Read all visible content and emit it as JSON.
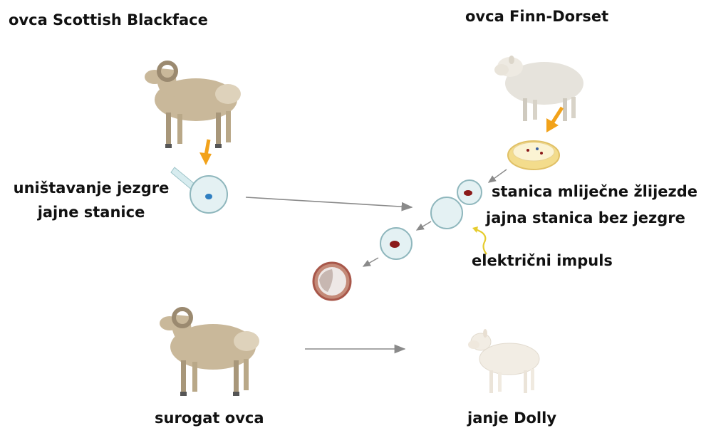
{
  "labels": {
    "scottish_blackface": "ovca Scottish Blackface",
    "finn_dorset": "ovca Finn-Dorset",
    "enucleation_line1": "uništavanje jezgre",
    "enucleation_line2": "jajne stanice",
    "mammary_cell": "stanica mliječne žlijezde",
    "enucleated_egg": "jajna stanica bez jezgre",
    "electric_pulse": "električni impuls",
    "surrogate": "surogat ovca",
    "dolly": "janje Dolly"
  },
  "colors": {
    "ram_body": "#c9b89a",
    "ram_shadow": "#a8977a",
    "horn": "#9b8a70",
    "dorset_wool": "#e6e3dc",
    "lamb": "#f2ede4",
    "orange_arrow": "#f2a21a",
    "cell_fill": "#e4f1f3",
    "cell_stroke": "#8fb7bd",
    "nucleus_red": "#8b1a1a",
    "nucleus_blue": "#2f7fc1",
    "embryo": "#a8574a",
    "yellow_pulse": "#e6cc2e",
    "arrow_gray": "#8a8a8a",
    "dish": "#f3dc8c"
  },
  "icons": [
    "scottish-blackface-sheep-icon",
    "finn-dorset-sheep-icon",
    "surrogate-sheep-icon",
    "dolly-lamb-icon",
    "petri-dish-icon",
    "micropipette-icon",
    "electric-pulse-icon"
  ]
}
